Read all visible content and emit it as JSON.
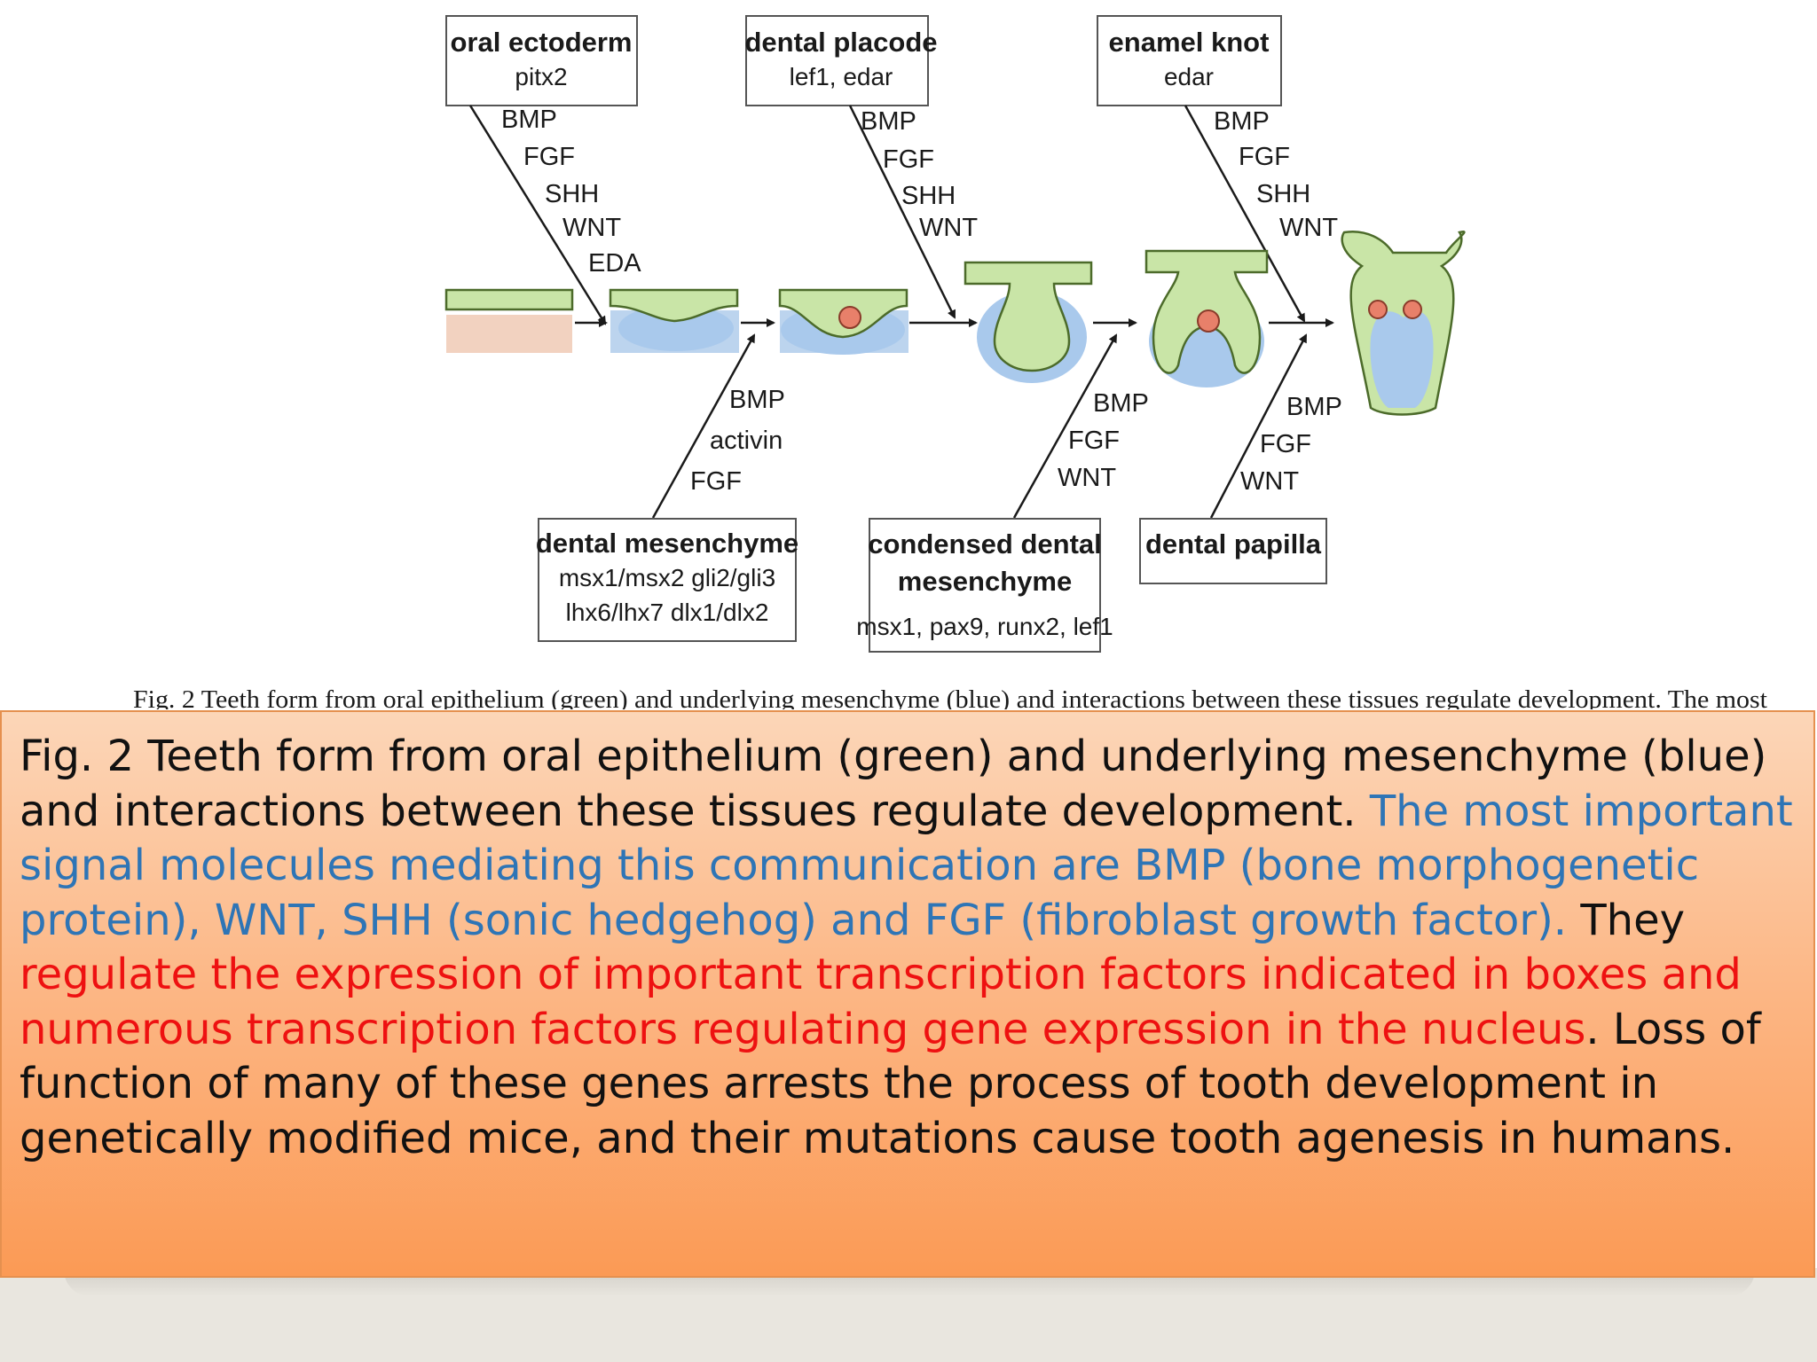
{
  "diagram": {
    "boxes": [
      {
        "title": "oral ectoderm",
        "genes": "pitx2"
      },
      {
        "title": "dental placode",
        "genes": "lef1, edar"
      },
      {
        "title": "enamel knot",
        "genes": "edar"
      },
      {
        "title": "dental mesenchyme",
        "genes_1": "msx1/msx2  gli2/gli3",
        "genes_2": "lhx6/lhx7  dlx1/dlx2"
      },
      {
        "title_1": "condensed dental",
        "title_2": "mesenchyme",
        "genes": "msx1, pax9, runx2, lef1"
      },
      {
        "title": "dental papilla"
      }
    ],
    "signals": {
      "oral_ectoderm": [
        "BMP",
        "FGF",
        "SHH",
        "WNT",
        "EDA"
      ],
      "dental_placode": [
        "BMP",
        "FGF",
        "SHH",
        "WNT"
      ],
      "enamel_knot": [
        "BMP",
        "FGF",
        "SHH",
        "WNT"
      ],
      "dental_mesenchyme": [
        "BMP",
        "activin",
        "FGF"
      ],
      "condensed_mesenchyme": [
        "BMP",
        "FGF",
        "WNT"
      ],
      "dental_papilla": [
        "BMP",
        "FGF",
        "WNT"
      ]
    },
    "figure_caption_fragment": "Fig. 2  Teeth form from oral epithelium (green) and underlying mesenchyme (blue) and interactions between these tissues regulate development. The most",
    "colors": {
      "epithelium": "#c9e5a7",
      "epithelium_stroke": "#4c6b2a",
      "mesenchyme": "#a9c9ec",
      "ectoderm_base": "#f2d2c0",
      "nucleus": "#e8806a"
    }
  },
  "caption": {
    "part1": "Fig. 2 Teeth form from oral epithelium (green) and underlying mesenchyme (blue) and interactions between these tissues regulate development. ",
    "part2_blue": "The most important signal molecules mediating this communication are BMP (bone morphogenetic protein), WNT, SHH (sonic hedgehog) and FGF (fibroblast growth factor).",
    "part3": " They ",
    "part4_red": "regulate the expression of important transcription factors indicated in boxes and numerous transcription factors regulating gene expression in the nucleus",
    "part5": ". Loss of function of many of these genes arrests the process of tooth development in genetically modified mice, and their mutations cause tooth agenesis in humans.",
    "colors": {
      "blue": "#2e75b6",
      "red": "#ee1111",
      "background": "#fcb37f"
    }
  }
}
